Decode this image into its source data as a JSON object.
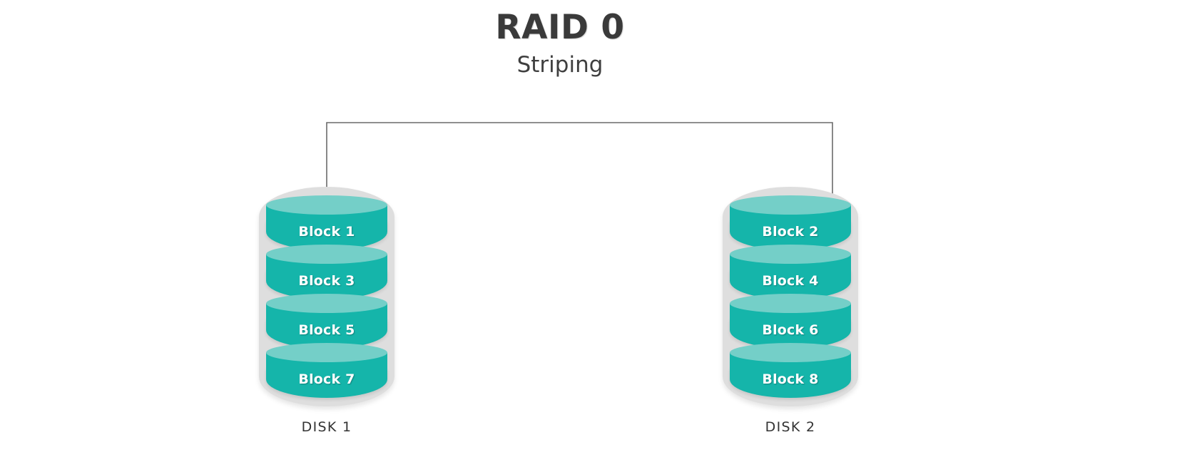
{
  "title": "RAID 0",
  "subtitle": "Striping",
  "colors": {
    "background": "#ffffff",
    "title_text": "#3a3a3a",
    "cylinder_body": "#15b5aa",
    "cylinder_top": "#74cfc8",
    "disk_casing": "#dedede",
    "connector_line": "#6a6a6a",
    "block_label_text": "#ffffff",
    "disk_label_text": "#333333"
  },
  "connector": {
    "name": "striping-distribution-bracket",
    "orientation": "horizontal-bracket-with-two-drops"
  },
  "disks": [
    {
      "label": "DISK 1",
      "blocks": [
        {
          "label": "Block 1"
        },
        {
          "label": "Block 3"
        },
        {
          "label": "Block 5"
        },
        {
          "label": "Block 7"
        }
      ]
    },
    {
      "label": "DISK 2",
      "blocks": [
        {
          "label": "Block 2"
        },
        {
          "label": "Block 4"
        },
        {
          "label": "Block 6"
        },
        {
          "label": "Block 8"
        }
      ]
    }
  ]
}
